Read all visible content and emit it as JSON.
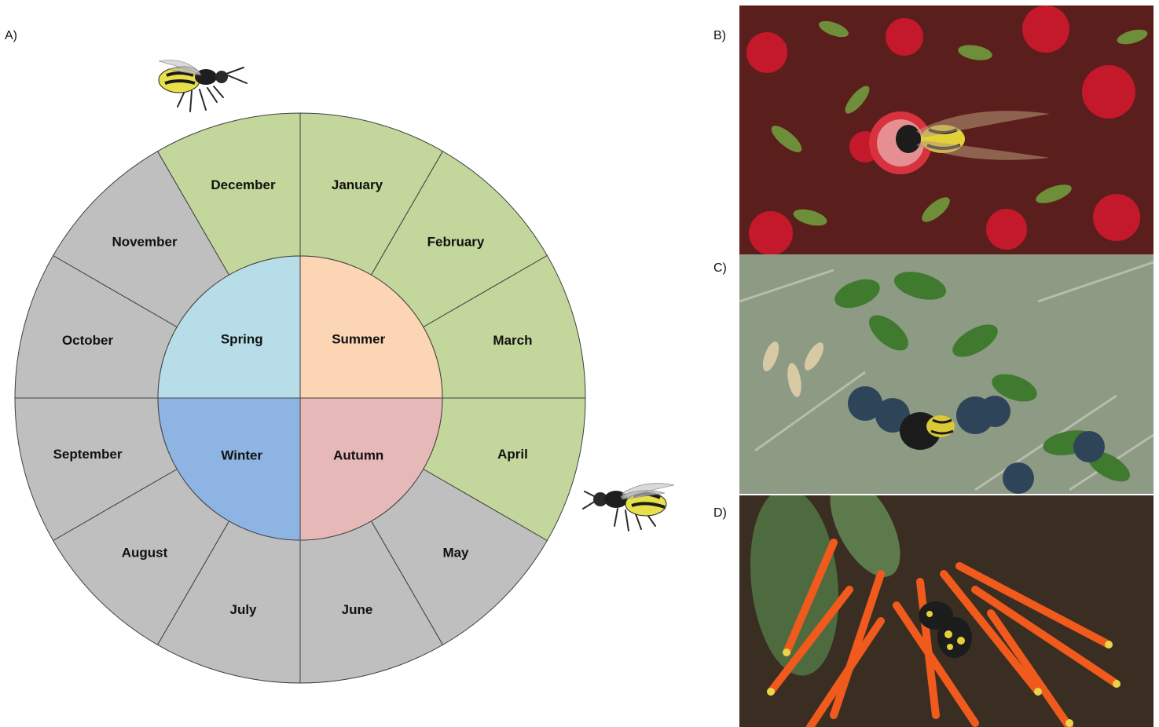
{
  "panels": {
    "a": "A)",
    "b": "B)",
    "c": "C)",
    "d": "D)"
  },
  "seasons": [
    {
      "name": "Summer",
      "color": "#fcd5b5"
    },
    {
      "name": "Autumn",
      "color": "#e6b9b8"
    },
    {
      "name": "Winter",
      "color": "#8eb4e3"
    },
    {
      "name": "Spring",
      "color": "#b7dee8"
    }
  ],
  "months": [
    {
      "name": "January",
      "active": true
    },
    {
      "name": "February",
      "active": true
    },
    {
      "name": "March",
      "active": true
    },
    {
      "name": "April",
      "active": true
    },
    {
      "name": "May",
      "active": false
    },
    {
      "name": "June",
      "active": false
    },
    {
      "name": "July",
      "active": false
    },
    {
      "name": "August",
      "active": false
    },
    {
      "name": "September",
      "active": false
    },
    {
      "name": "October",
      "active": false
    },
    {
      "name": "November",
      "active": false
    },
    {
      "name": "December",
      "active": true
    }
  ],
  "colors": {
    "active_month": "#c3d69b",
    "inactive_month": "#bfbfbf",
    "outline": "#404040"
  },
  "photos": {
    "b": "wasp-on-red-berries-photo",
    "c": "wasp-on-blue-berries-photo",
    "d": "wasp-on-orange-flowers-photo"
  }
}
